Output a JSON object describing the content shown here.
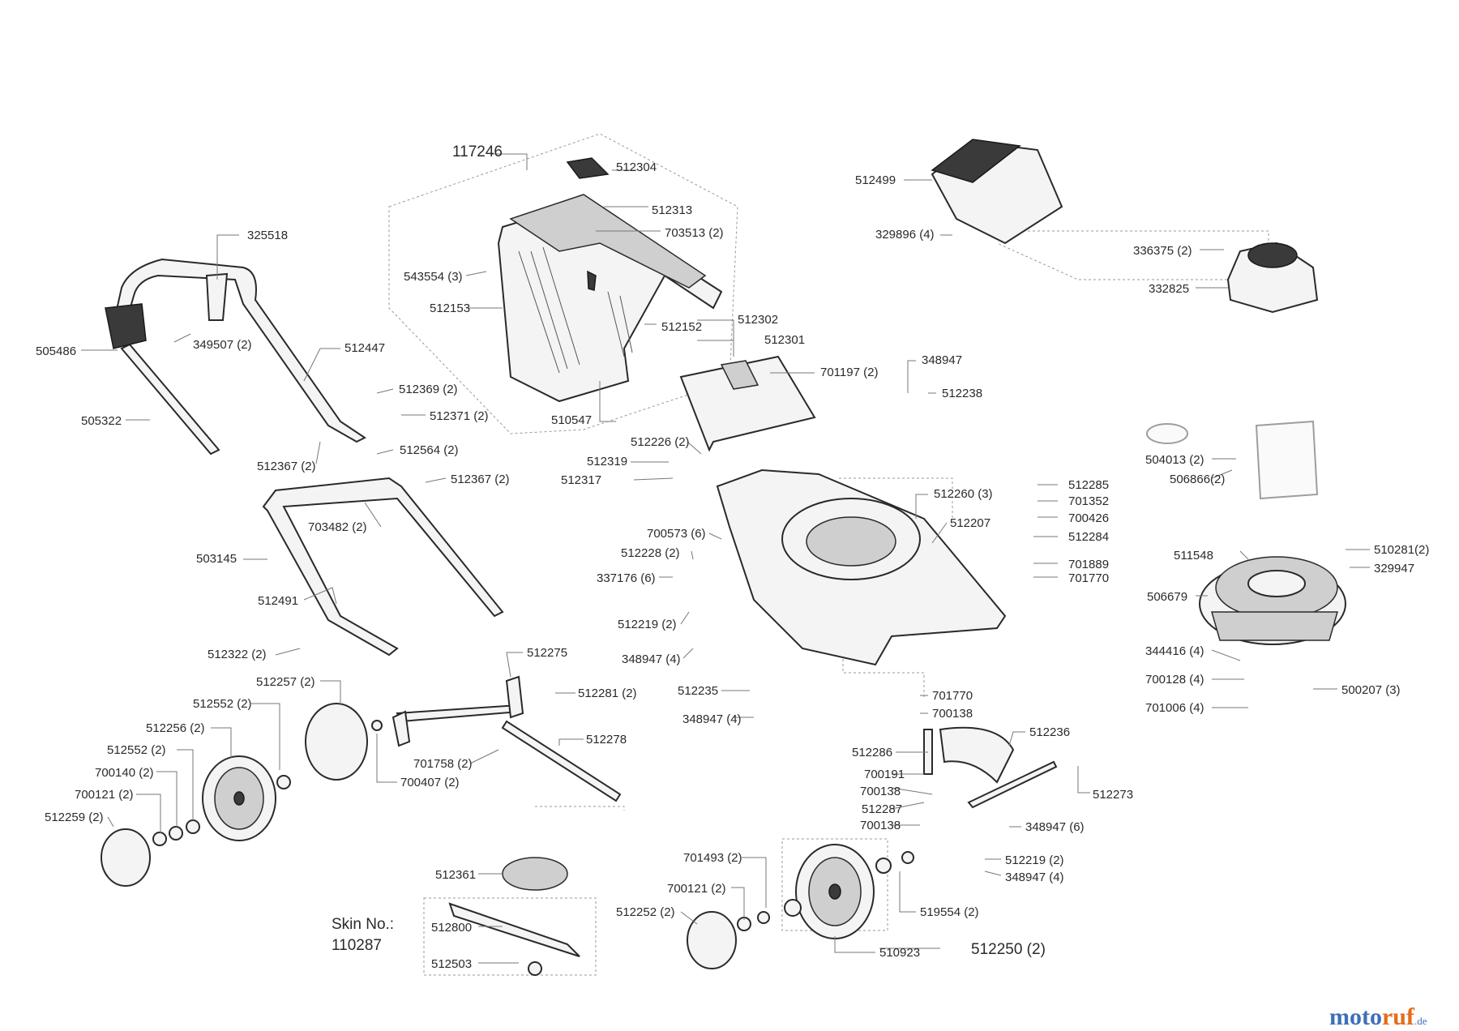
{
  "diagram": {
    "labels": {
      "p117246": "117246",
      "p512304": "512304",
      "p512313": "512313",
      "p703513": "703513 (2)",
      "p543554": "543554 (3)",
      "p512153": "512153",
      "p512152": "512152",
      "p510547": "510547",
      "p512499": "512499",
      "p329896": "329896 (4)",
      "p336375": "336375 (2)",
      "p332825": "332825",
      "p325518": "325518",
      "p505486": "505486",
      "p349507": "349507 (2)",
      "p512447": "512447",
      "p505322": "505322",
      "p512369": "512369 (2)",
      "p512371": "512371 (2)",
      "p512367a": "512367 (2)",
      "p512564": "512564 (2)",
      "p512367b": "512367 (2)",
      "p703482": "703482 (2)",
      "p503145": "503145",
      "p512491": "512491",
      "p512322": "512322 (2)",
      "p512302": "512302",
      "p512301": "512301",
      "p701197": "701197 (2)",
      "p348947a": "348947",
      "p512238": "512238",
      "p512226": "512226 (2)",
      "p512319": "512319",
      "p512317": "512317",
      "p512260": "512260 (3)",
      "p512207": "512207",
      "p512285": "512285",
      "p701352": "701352",
      "p700426": "700426",
      "p512284": "512284",
      "p701889": "701889",
      "p701770a": "701770",
      "p700573": "700573 (6)",
      "p512228": "512228 (2)",
      "p337176": "337176 (6)",
      "p512219a": "512219 (2)",
      "p348947b": "348947 (4)",
      "p512235": "512235",
      "p348947c": "348947 (4)",
      "p504013": "504013 (2)",
      "p506866": "506866(2)",
      "p511548": "511548",
      "p510281": "510281(2)",
      "p329947": "329947",
      "p506679": "506679",
      "p344416": "344416 (4)",
      "p700128": "700128 (4)",
      "p500207": "500207 (3)",
      "p701006": "701006 (4)",
      "p512275": "512275",
      "p512281": "512281 (2)",
      "p512257": "512257 (2)",
      "p512552a": "512552 (2)",
      "p512256": "512256 (2)",
      "p512552b": "512552 (2)",
      "p700140": "700140 (2)",
      "p700121a": "700121 (2)",
      "p512259": "512259 (2)",
      "p512278": "512278",
      "p701758": "701758 (2)",
      "p700407": "700407 (2)",
      "p701770b": "701770",
      "p700138a": "700138",
      "p512236": "512236",
      "p512286": "512286",
      "p700191": "700191",
      "p700138b": "700138",
      "p512287": "512287",
      "p700138c": "700138",
      "p512273": "512273",
      "p348947d": "348947 (6)",
      "p512219b": "512219 (2)",
      "p348947e": "348947 (4)",
      "p512361": "512361",
      "p701493": "701493 (2)",
      "p700121b": "700121 (2)",
      "p512252": "512252  (2)",
      "p519554": "519554 (2)",
      "p510923": "510923",
      "p512250": "512250 (2)",
      "skin_no": "Skin No.:",
      "skin_num": "110287",
      "p512800": "512800",
      "p512503": "512503"
    }
  },
  "logo": {
    "part1": "moto",
    "part2": "ruf",
    "part3": ".de"
  }
}
